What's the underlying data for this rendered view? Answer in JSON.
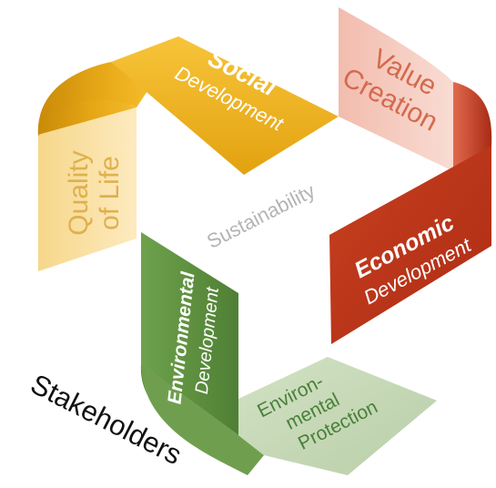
{
  "diagram": {
    "center_label": "Sustainability",
    "outer_label": "Stakeholders",
    "segments": {
      "social": {
        "title": "Social",
        "subtitle": "Development"
      },
      "quality": {
        "line1": "Quality",
        "line2": "of Life"
      },
      "value": {
        "line1": "Value",
        "line2": "Creation"
      },
      "economic": {
        "title": "Economic",
        "subtitle": "Development"
      },
      "environmental": {
        "title": "Environmental",
        "subtitle": "Development"
      },
      "protection": {
        "line1": "Environ-",
        "line2": "mental",
        "line3": "Protection"
      }
    },
    "colors": {
      "social": "#efb21c",
      "quality": "#fbe3a6",
      "value": "#f5cfc4",
      "economic": "#c0391f",
      "environmental": "#5f9140",
      "protection": "#c6d8b6"
    }
  }
}
